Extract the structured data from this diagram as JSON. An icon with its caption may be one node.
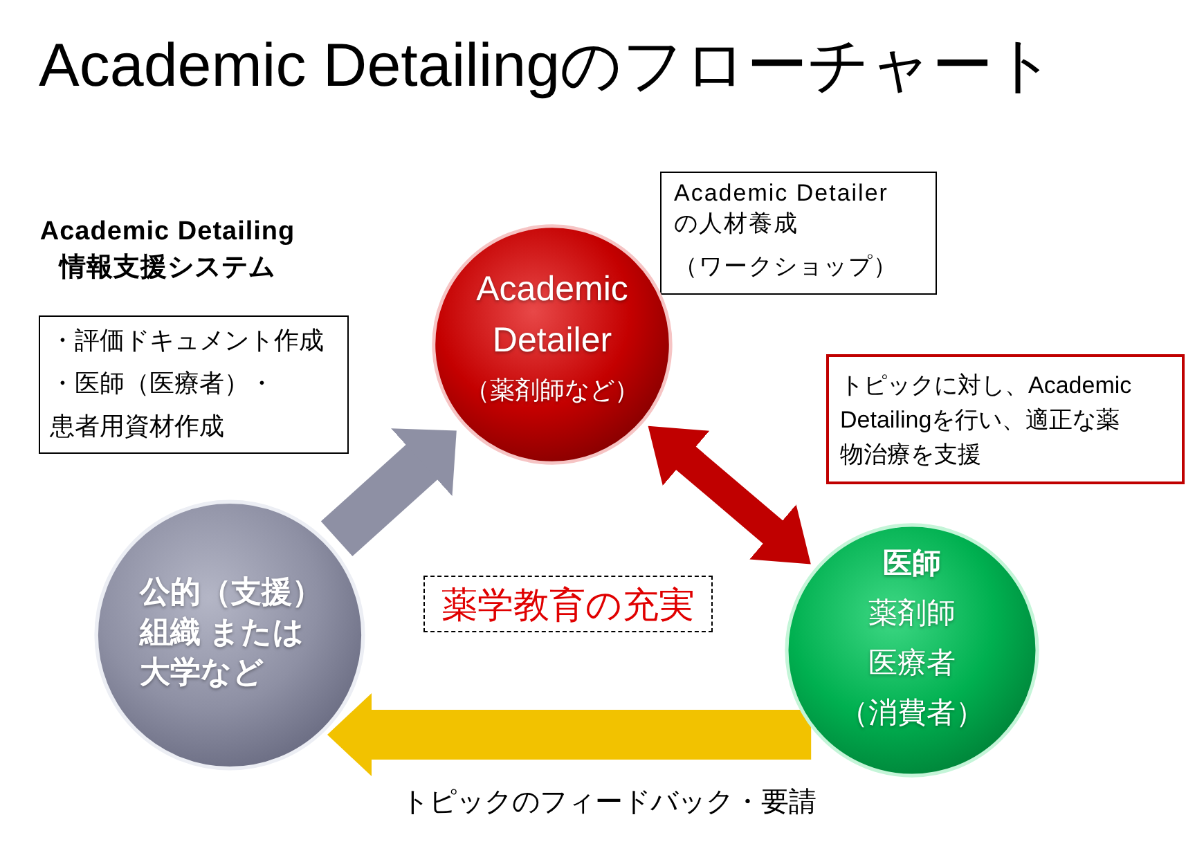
{
  "diagram": {
    "title": "Academic Detailingのフローチャート",
    "nodes": [
      {
        "text": [
          "Academic Detailerの人材養成",
          "（ワークショップ）"
        ]
      },
      {
        "text": [
          "Academic Detailing情報支援システム",
          "・評価ドキュメント作成",
          "・医師（医療者）・患者用資材作成"
        ]
      },
      {
        "text": [
          "Academic Detailer",
          "（薬剤師など）"
        ]
      },
      {
        "text": [
          "トピックに対し、Academic Detailingを行い、適正な薬物治療を支援"
        ]
      },
      {
        "text": [
          "公的（支援）組織 または大学など"
        ]
      },
      {
        "text": [
          "薬学教育の充実"
        ]
      },
      {
        "text": [
          "医師",
          "薬剤師",
          "医療者",
          "（消費者）"
        ]
      }
    ],
    "edges": [
      {
        "from": 4,
        "to": 2,
        "arrow": "to",
        "color": "#8e90a4"
      },
      {
        "from": 2,
        "to": 6,
        "arrow": "both",
        "color": "#c00000"
      },
      {
        "from": 6,
        "to": 4,
        "arrow": "to",
        "label": "トピックのフィードバック・要請",
        "color": "#f2c200"
      }
    ]
  }
}
